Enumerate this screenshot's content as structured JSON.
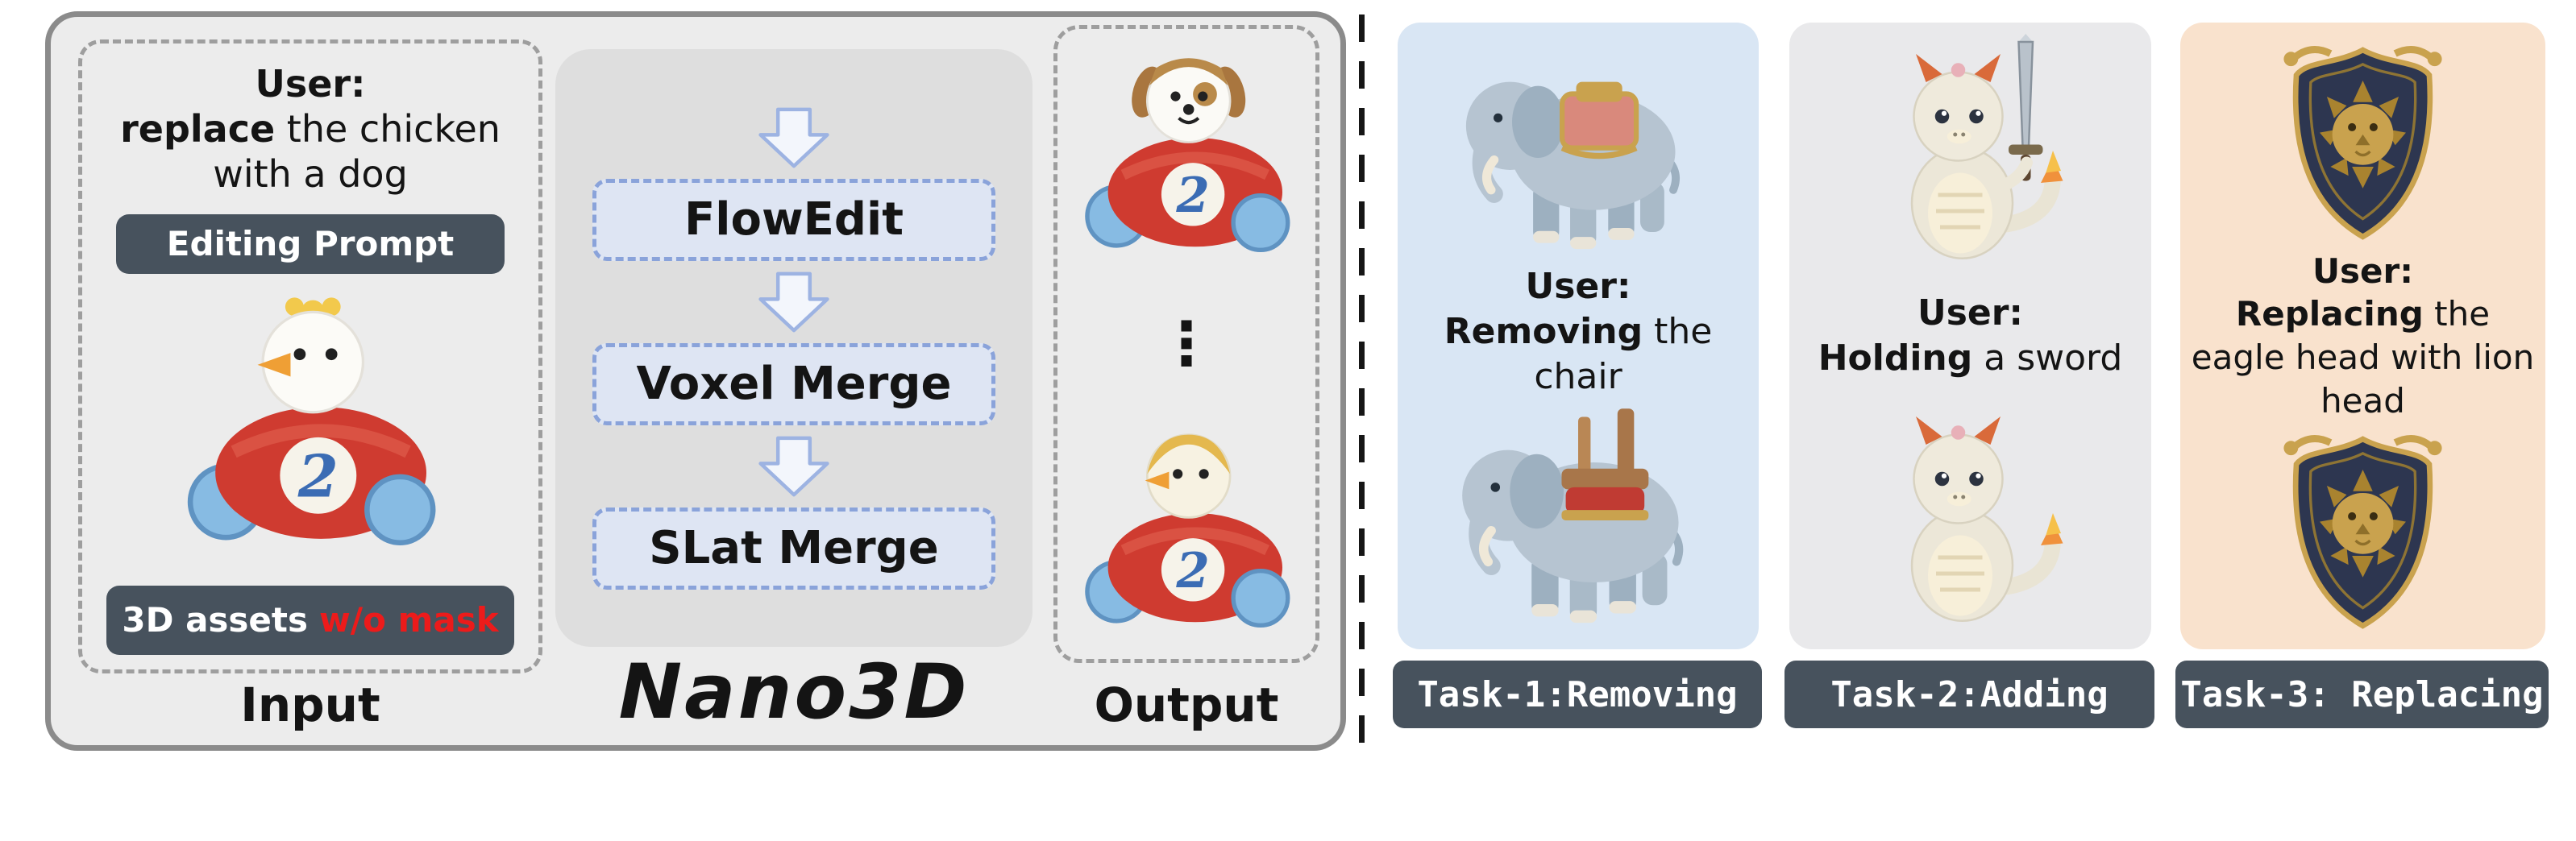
{
  "figure": {
    "input": {
      "user_label": "User:",
      "prompt_bold": "replace",
      "prompt_rest": " the chicken with a dog",
      "editing_prompt_label": "Editing Prompt",
      "assets_text": "3D assets",
      "assets_highlight": "w/o mask",
      "section_label": "Input"
    },
    "pipeline": {
      "steps": [
        "FlowEdit",
        "Voxel Merge",
        "SLat Merge"
      ],
      "title": "Nano3D"
    },
    "output": {
      "ellipsis": "⋮",
      "section_label": "Output"
    },
    "car_badge": "2",
    "tasks": [
      {
        "user_label": "User:",
        "action": "Removing",
        "detail": " the chair",
        "badge": "Task-1:Removing"
      },
      {
        "user_label": "User:",
        "action": "Holding",
        "detail": " a sword",
        "badge": "Task-2:Adding"
      },
      {
        "user_label": "User:",
        "action": "Replacing",
        "detail": " the eagle head with lion head",
        "badge": "Task-3: Replacing"
      }
    ]
  },
  "colors": {
    "panel_bg": "#ececec",
    "slate_pill": "#47525d",
    "highlight_red": "#ec1b1b",
    "step_fill": "#dee5f3",
    "step_border": "#8aa3da",
    "card1_bg": "#d9e6f4",
    "card2_bg": "#e9e9eb",
    "card3_bg": "#f9e2cd"
  }
}
